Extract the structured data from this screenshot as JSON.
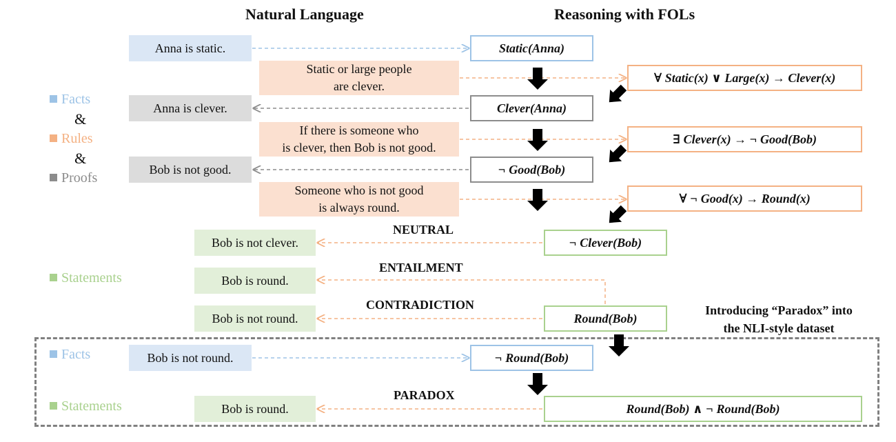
{
  "headers": {
    "left": "Natural Language",
    "right": "Reasoning with FOLs"
  },
  "legend": {
    "facts": "Facts",
    "rules": "Rules",
    "proofs": "Proofs",
    "amp": "&",
    "statements": "Statements"
  },
  "facts": [
    {
      "text": "Anna is static.",
      "fol": "Static(Anna)"
    }
  ],
  "rules": [
    {
      "line1": "Static or large people",
      "line2": "are clever.",
      "fol": "∀ Static(x) ∨ Large(x) → Clever(x)"
    },
    {
      "line1": "If there is someone who",
      "line2": "is clever, then Bob is not good.",
      "fol": "∃ Clever(x) → ¬ Good(Bob)"
    },
    {
      "line1": "Someone who is not good",
      "line2": "is always round.",
      "fol": "∀ ¬ Good(x) → Round(x)"
    }
  ],
  "proofs": [
    {
      "text": "Anna is clever.",
      "fol": "Clever(Anna)"
    },
    {
      "text": "Bob is not good.",
      "fol": "¬ Good(Bob)"
    }
  ],
  "statements": [
    {
      "text": "Bob is not clever.",
      "label": "NEUTRAL",
      "fol": "¬ Clever(Bob)"
    },
    {
      "text": "Bob is round.",
      "label": "ENTAILMENT"
    },
    {
      "text": "Bob is not round.",
      "label": "CONTRADICTION",
      "fol": "Round(Bob)"
    }
  ],
  "paradox": {
    "note_line1": "Introducing “Paradox” into",
    "note_line2": "the NLI-style dataset",
    "legend_facts": "Facts",
    "legend_statements": "Statements",
    "fact_text": "Bob is not round.",
    "fact_fol": "¬ Round(Bob)",
    "statement_text": "Bob is round.",
    "label": "PARADOX",
    "result_fol": "Round(Bob) ∧ ¬ Round(Bob)"
  },
  "colors": {
    "facts": "#9dc3e6",
    "rules": "#f4b183",
    "proofs": "#8c8c8c",
    "statements": "#a9d18e"
  }
}
